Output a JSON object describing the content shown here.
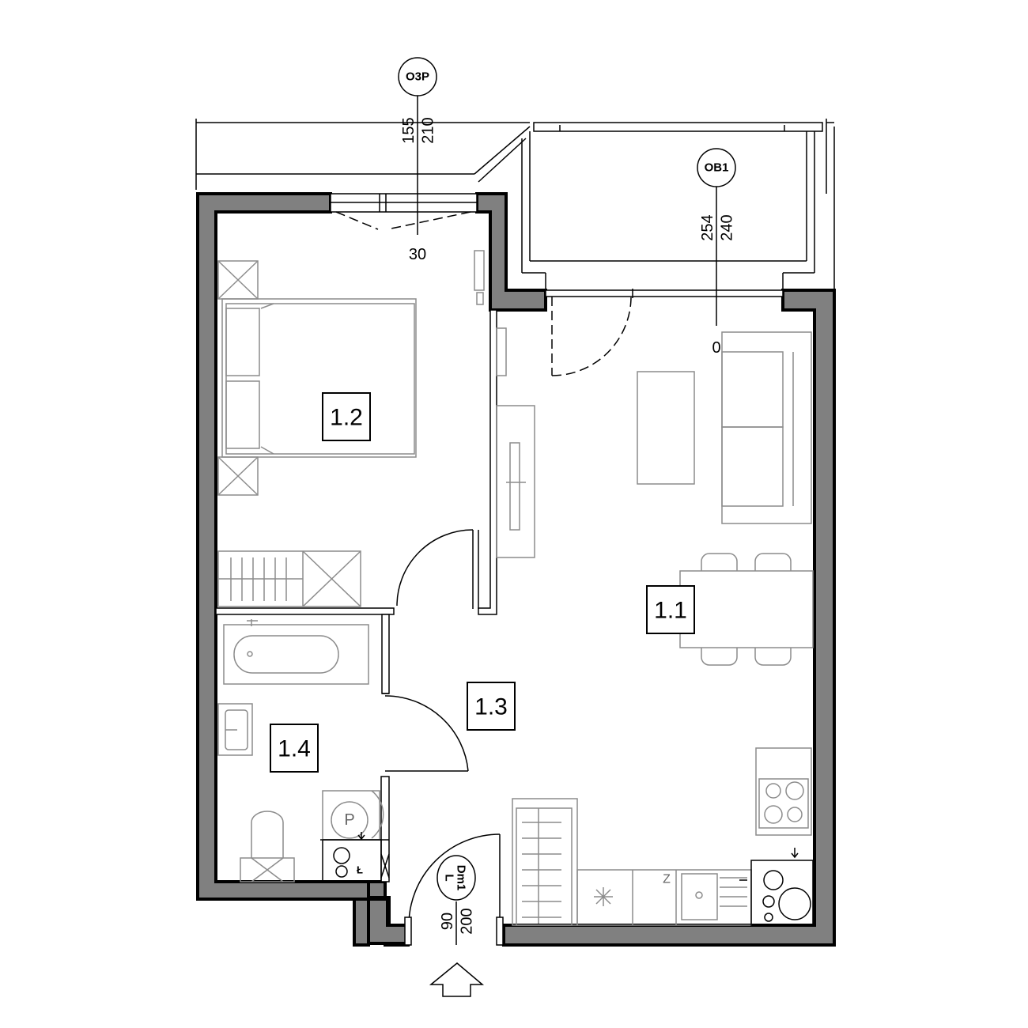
{
  "rooms": [
    {
      "id": "1.1"
    },
    {
      "id": "1.2"
    },
    {
      "id": "1.3"
    },
    {
      "id": "1.4"
    }
  ],
  "windows": {
    "o3p": {
      "tag": "O3P",
      "dim_top": "155",
      "dim_bottom": "210",
      "sill": "30"
    },
    "ob1": {
      "tag": "OB1",
      "dim_top": "254",
      "dim_bottom": "240",
      "sill": "0"
    }
  },
  "entrance_door": {
    "tag_line1": "Dm1",
    "tag_line2": "L",
    "width": "90",
    "height": "200"
  },
  "fixtures": {
    "washer": "P",
    "boiler": "Ł",
    "sink": "Z"
  },
  "colors": {
    "wall_fill": "#808080",
    "line": "#000000",
    "furniture": "#8c8c8c"
  }
}
